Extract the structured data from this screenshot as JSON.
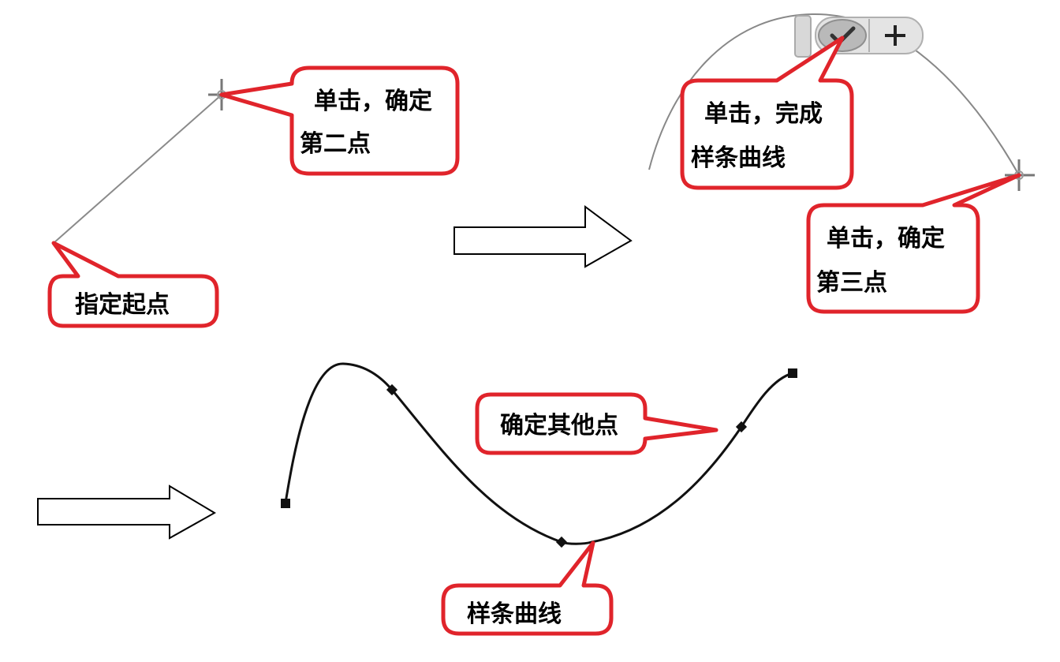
{
  "callouts": {
    "start_point": {
      "text": "指定起点"
    },
    "second_point": {
      "line1": "单击，确定",
      "line2": "第二点"
    },
    "finish_spline": {
      "line1": "单击，完成",
      "line2": "样条曲线"
    },
    "third_point": {
      "line1": "单击，确定",
      "line2": "第三点"
    },
    "other_points": {
      "text": "确定其他点"
    },
    "spline": {
      "text": "样条曲线"
    }
  },
  "toolbar": {
    "confirm_icon": "check-icon",
    "add_icon": "plus-icon"
  },
  "colors": {
    "callout_border": "#e0242b",
    "curve": "#111111",
    "construction_line": "#8a8a8a"
  }
}
